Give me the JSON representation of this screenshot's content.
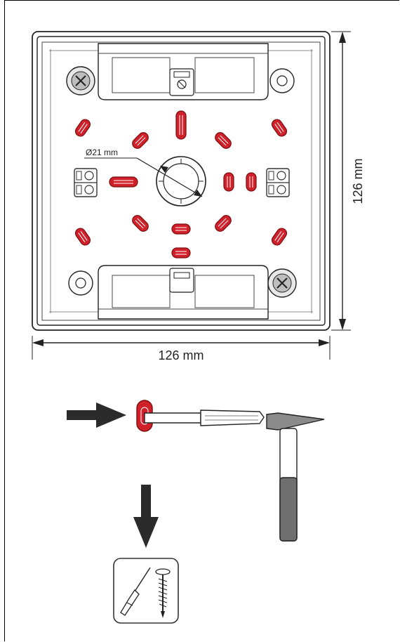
{
  "dimensions": {
    "width_label": "126 mm",
    "height_label": "126 mm",
    "hole_diameter_label": "Ø21 mm"
  },
  "colors": {
    "knockout_red": "#d0202a",
    "outline": "#2a2a2a",
    "hammer_head": "#8a8a8a",
    "hammer_grip": "#6f6f6f",
    "arrow": "#2b2b2b"
  },
  "icons": {
    "tools_badge": [
      "screwdriver-icon",
      "screw-icon"
    ],
    "step_arrows": [
      "arrow-right-icon",
      "arrow-down-icon"
    ]
  }
}
